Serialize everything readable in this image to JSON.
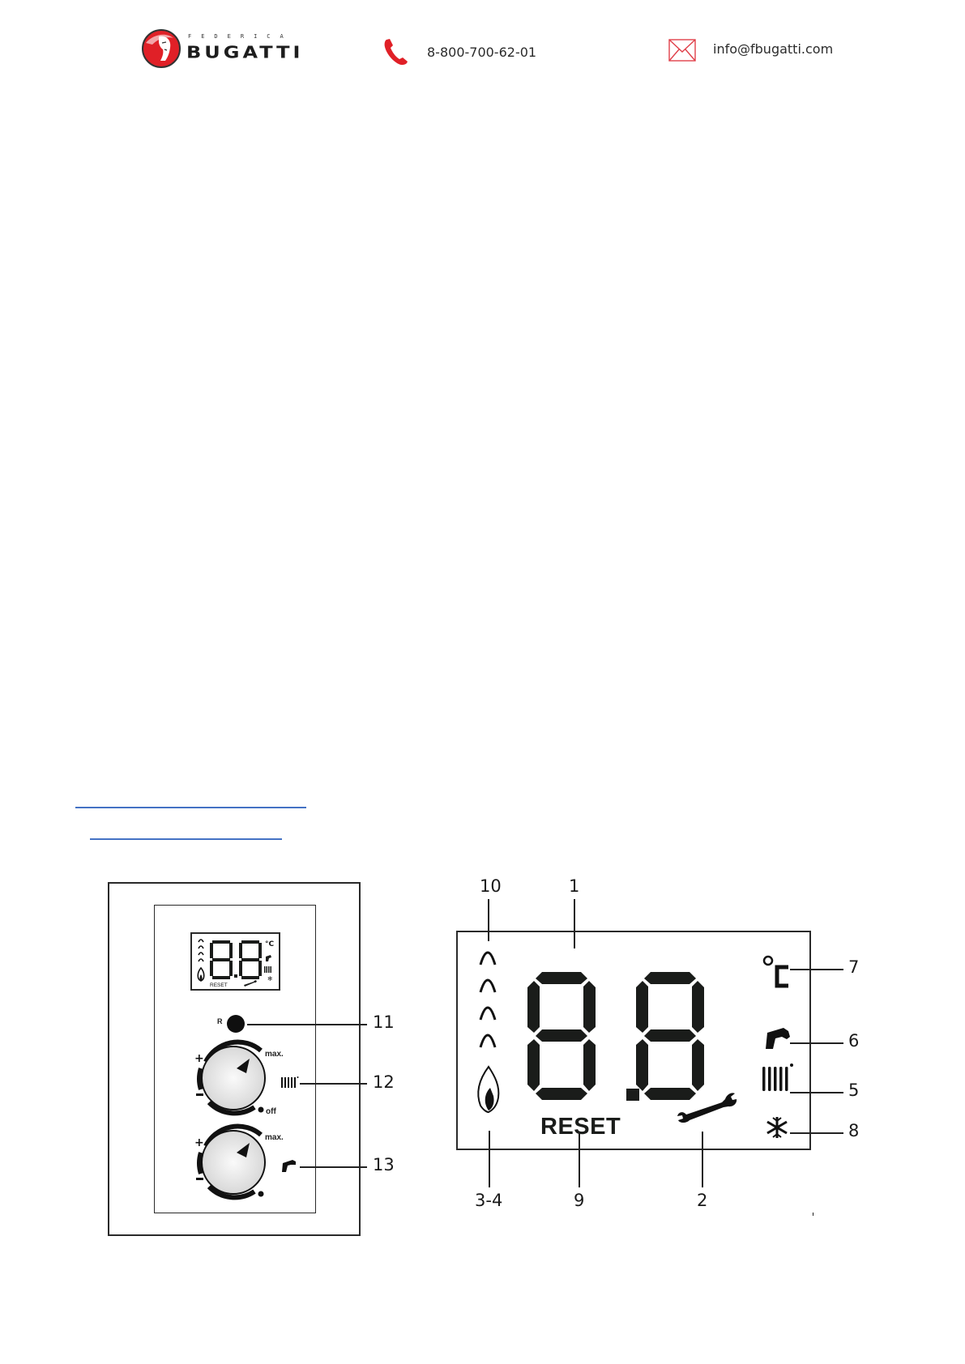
{
  "header": {
    "brand_top": "FEDERICA",
    "brand_name": "BUGATTI",
    "phone": "8-800-700-62-01",
    "email": "info@fbugatti.com",
    "accent_color": "#e02027",
    "icons": {
      "logo": "woman-portrait-logo",
      "phone": "phone-handset-icon",
      "email": "envelope-icon"
    }
  },
  "links": [
    {
      "label": "",
      "color": "#4472c4"
    },
    {
      "label": "",
      "color": "#4472c4"
    }
  ],
  "control_panel": {
    "mini_display": {
      "digits": "8.8",
      "reset_label": "RESET",
      "unit": "°C"
    },
    "reset_button_label": "R",
    "heating_knob": {
      "max_label": "max.",
      "off_label": "off",
      "plus": "+",
      "minus": "−"
    },
    "dhw_knob": {
      "max_label": "max.",
      "plus": "+",
      "minus": "−"
    },
    "callouts": {
      "reset_button": "11",
      "heating_knob": "12",
      "dhw_knob": "13"
    }
  },
  "lcd_display": {
    "digits": "8.8",
    "reset_label": "RESET",
    "unit": "°C",
    "callouts": {
      "digits": "1",
      "service": "2",
      "flame": "3-4",
      "heating": "5",
      "hot_water": "6",
      "temperature_unit": "7",
      "antifreeze": "8",
      "reset": "9",
      "power_level": "10"
    }
  }
}
